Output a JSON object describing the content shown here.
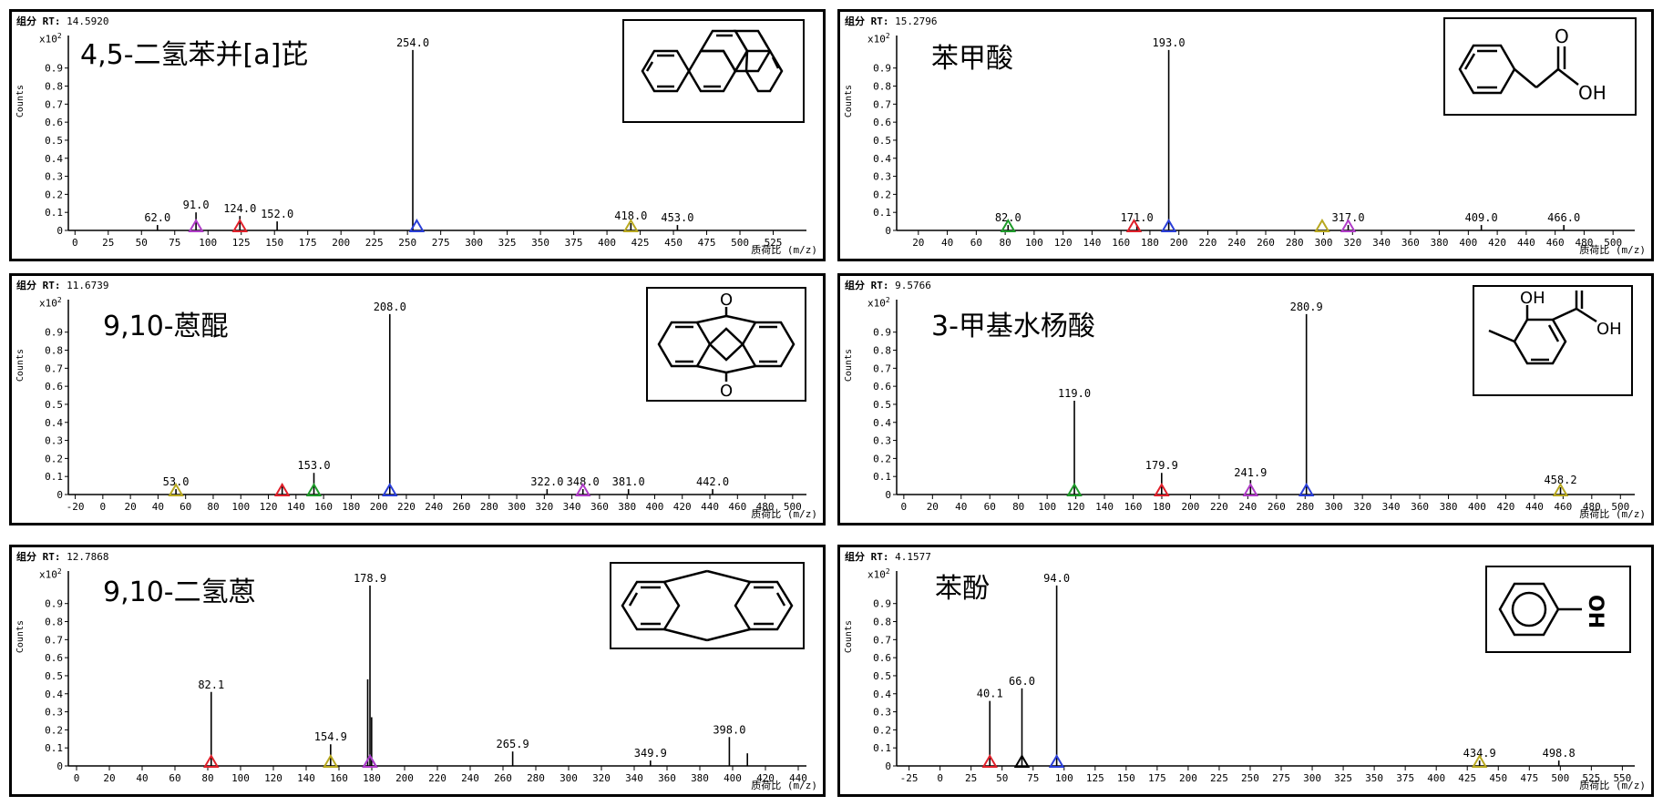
{
  "axis_labels": {
    "rt_prefix": "组分 RT:",
    "y_scale": "x10",
    "y_scale_exp": "2",
    "y_title": "Counts",
    "x_title": "质荷比 (m/z)"
  },
  "structure_labels": {
    "oh": "OH",
    "o": "O"
  },
  "colors": {
    "red": "#e0202a",
    "blue": "#2a3ed8",
    "green": "#1e9b2a",
    "purple": "#b03cc8",
    "olive": "#b8a820",
    "black": "#000000"
  },
  "chart_data": [
    {
      "type": "bar",
      "compound": "4,5-二氢苯并[a]芘",
      "rt": "14.5920",
      "xlim": [
        -5,
        550
      ],
      "ylim": [
        0,
        1.05
      ],
      "xticks": [
        0,
        25,
        50,
        75,
        100,
        125,
        150,
        175,
        200,
        225,
        250,
        275,
        300,
        325,
        350,
        375,
        400,
        425,
        450,
        475,
        500,
        525
      ],
      "yticks": [
        0,
        0.1,
        0.2,
        0.3,
        0.4,
        0.5,
        0.6,
        0.7,
        0.8,
        0.9
      ],
      "peaks": [
        {
          "x": 62,
          "y": 0.03,
          "label": "62.0"
        },
        {
          "x": 91,
          "y": 0.1,
          "label": "91.0"
        },
        {
          "x": 124,
          "y": 0.08,
          "label": "124.0"
        },
        {
          "x": 152,
          "y": 0.05,
          "label": "152.0"
        },
        {
          "x": 254,
          "y": 1.0,
          "label": "254.0"
        },
        {
          "x": 418,
          "y": 0.04,
          "label": "418.0"
        },
        {
          "x": 453,
          "y": 0.03,
          "label": "453.0"
        }
      ],
      "markers": [
        {
          "x": 91,
          "color": "purple"
        },
        {
          "x": 124,
          "color": "red"
        },
        {
          "x": 257,
          "color": "blue"
        },
        {
          "x": 418,
          "color": "olive"
        }
      ]
    },
    {
      "type": "bar",
      "compound": "苯甲酸",
      "rt": "15.2796",
      "xlim": [
        5,
        515
      ],
      "ylim": [
        0,
        1.05
      ],
      "xticks": [
        20,
        40,
        60,
        80,
        100,
        120,
        140,
        160,
        180,
        200,
        220,
        240,
        260,
        280,
        300,
        320,
        340,
        360,
        380,
        400,
        420,
        440,
        460,
        480,
        500
      ],
      "yticks": [
        0,
        0.1,
        0.2,
        0.3,
        0.4,
        0.5,
        0.6,
        0.7,
        0.8,
        0.9
      ],
      "peaks": [
        {
          "x": 82,
          "y": 0.03,
          "label": "82.0"
        },
        {
          "x": 171,
          "y": 0.03,
          "label": "171.0"
        },
        {
          "x": 193,
          "y": 1.0,
          "label": "193.0"
        },
        {
          "x": 317,
          "y": 0.03,
          "label": "317.0"
        },
        {
          "x": 409,
          "y": 0.03,
          "label": "409.0"
        },
        {
          "x": 466,
          "y": 0.03,
          "label": "466.0"
        }
      ],
      "markers": [
        {
          "x": 82,
          "color": "green"
        },
        {
          "x": 169,
          "color": "red"
        },
        {
          "x": 193,
          "color": "blue"
        },
        {
          "x": 299,
          "color": "olive"
        },
        {
          "x": 317,
          "color": "purple"
        }
      ]
    },
    {
      "type": "bar",
      "compound": "9,10-蒽醌",
      "rt": "11.6739",
      "xlim": [
        -25,
        510
      ],
      "ylim": [
        0,
        1.05
      ],
      "xticks": [
        -20,
        0,
        20,
        40,
        60,
        80,
        100,
        120,
        140,
        160,
        180,
        200,
        220,
        240,
        260,
        280,
        300,
        320,
        340,
        360,
        380,
        400,
        420,
        440,
        460,
        480,
        500
      ],
      "yticks": [
        0,
        0.1,
        0.2,
        0.3,
        0.4,
        0.5,
        0.6,
        0.7,
        0.8,
        0.9
      ],
      "peaks": [
        {
          "x": 53,
          "y": 0.03,
          "label": "53.0"
        },
        {
          "x": 130,
          "y": 0.06,
          "label": ""
        },
        {
          "x": 153,
          "y": 0.12,
          "label": "153.0"
        },
        {
          "x": 208,
          "y": 1.0,
          "label": "208.0"
        },
        {
          "x": 322,
          "y": 0.03,
          "label": "322.0"
        },
        {
          "x": 348,
          "y": 0.03,
          "label": "348.0"
        },
        {
          "x": 381,
          "y": 0.03,
          "label": "381.0"
        },
        {
          "x": 442,
          "y": 0.03,
          "label": "442.0"
        }
      ],
      "markers": [
        {
          "x": 53,
          "color": "olive"
        },
        {
          "x": 130,
          "color": "red"
        },
        {
          "x": 153,
          "color": "green"
        },
        {
          "x": 208,
          "color": "blue"
        },
        {
          "x": 348,
          "color": "purple"
        }
      ]
    },
    {
      "type": "bar",
      "compound": "3-甲基水杨酸",
      "rt": "9.5766",
      "xlim": [
        -5,
        510
      ],
      "ylim": [
        0,
        1.05
      ],
      "xticks": [
        0,
        20,
        40,
        60,
        80,
        100,
        120,
        140,
        160,
        180,
        200,
        220,
        240,
        260,
        280,
        300,
        320,
        340,
        360,
        380,
        400,
        420,
        440,
        460,
        480,
        500
      ],
      "yticks": [
        0,
        0.1,
        0.2,
        0.3,
        0.4,
        0.5,
        0.6,
        0.7,
        0.8,
        0.9
      ],
      "peaks": [
        {
          "x": 119,
          "y": 0.52,
          "label": "119.0"
        },
        {
          "x": 179.9,
          "y": 0.12,
          "label": "179.9"
        },
        {
          "x": 241.9,
          "y": 0.08,
          "label": "241.9"
        },
        {
          "x": 280.9,
          "y": 1.0,
          "label": "280.9"
        },
        {
          "x": 458.2,
          "y": 0.04,
          "label": "458.2"
        }
      ],
      "markers": [
        {
          "x": 119,
          "color": "green"
        },
        {
          "x": 179.9,
          "color": "red"
        },
        {
          "x": 241.9,
          "color": "purple"
        },
        {
          "x": 280.9,
          "color": "blue"
        },
        {
          "x": 458.2,
          "color": "olive"
        }
      ]
    },
    {
      "type": "bar",
      "compound": "9,10-二氢蒽",
      "rt": "12.7868",
      "xlim": [
        -5,
        445
      ],
      "ylim": [
        0,
        1.05
      ],
      "xticks": [
        0,
        20,
        40,
        60,
        80,
        100,
        120,
        140,
        160,
        180,
        200,
        220,
        240,
        260,
        280,
        300,
        320,
        340,
        360,
        380,
        400,
        420,
        440
      ],
      "yticks": [
        0,
        0.1,
        0.2,
        0.3,
        0.4,
        0.5,
        0.6,
        0.7,
        0.8,
        0.9
      ],
      "peaks": [
        {
          "x": 82.1,
          "y": 0.41,
          "label": "82.1"
        },
        {
          "x": 154.9,
          "y": 0.12,
          "label": "154.9"
        },
        {
          "x": 177.5,
          "y": 0.48,
          "label": ""
        },
        {
          "x": 178.9,
          "y": 1.0,
          "label": "178.9"
        },
        {
          "x": 179.9,
          "y": 0.27,
          "label": ""
        },
        {
          "x": 265.9,
          "y": 0.08,
          "label": "265.9"
        },
        {
          "x": 349.9,
          "y": 0.03,
          "label": "349.9"
        },
        {
          "x": 398,
          "y": 0.16,
          "label": "398.0"
        },
        {
          "x": 409,
          "y": 0.07,
          "label": ""
        }
      ],
      "markers": [
        {
          "x": 82.1,
          "color": "red"
        },
        {
          "x": 154.9,
          "color": "olive"
        },
        {
          "x": 178.9,
          "color": "blue"
        },
        {
          "x": 178.9,
          "color": "purple"
        }
      ]
    },
    {
      "type": "bar",
      "compound": "苯酚",
      "rt": "4.1577",
      "xlim": [
        -35,
        560
      ],
      "ylim": [
        0,
        1.05
      ],
      "xticks": [
        -25,
        0,
        25,
        50,
        75,
        100,
        125,
        150,
        175,
        200,
        225,
        250,
        275,
        300,
        325,
        350,
        375,
        400,
        425,
        450,
        475,
        500,
        525,
        550
      ],
      "yticks": [
        0,
        0.1,
        0.2,
        0.3,
        0.4,
        0.5,
        0.6,
        0.7,
        0.8,
        0.9
      ],
      "peaks": [
        {
          "x": 40.1,
          "y": 0.36,
          "label": "40.1"
        },
        {
          "x": 66,
          "y": 0.43,
          "label": "66.0"
        },
        {
          "x": 94,
          "y": 1.0,
          "label": "94.0"
        },
        {
          "x": 434.9,
          "y": 0.03,
          "label": "434.9"
        },
        {
          "x": 498.8,
          "y": 0.03,
          "label": "498.8"
        }
      ],
      "markers": [
        {
          "x": 40.1,
          "color": "red"
        },
        {
          "x": 66,
          "color": "black"
        },
        {
          "x": 94,
          "color": "blue"
        },
        {
          "x": 434.9,
          "color": "olive"
        }
      ]
    }
  ]
}
